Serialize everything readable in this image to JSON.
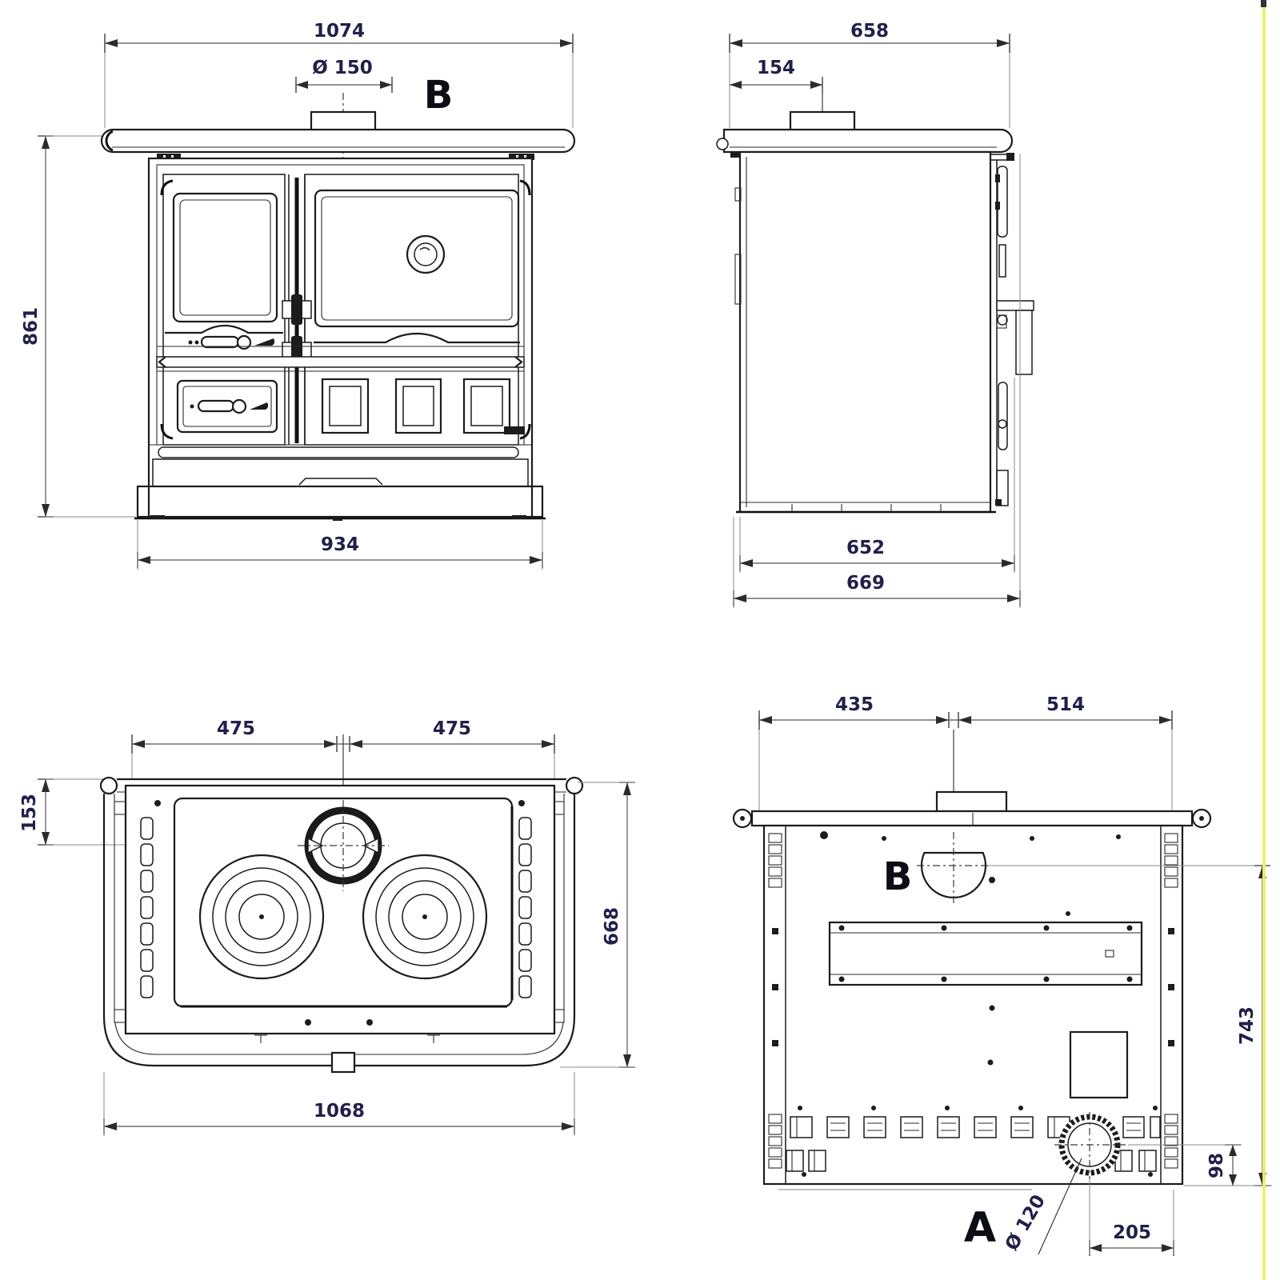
{
  "drawing": {
    "kind": "wood-cooker four-view dimension drawing",
    "colors": {
      "line": "#1c1c1c",
      "dimension_text": "#20204a",
      "label_text": "#0d0d16",
      "scan_artifact_yellow": "#edf26d",
      "background": "#ffffff"
    },
    "views": {
      "front": {
        "label": "B",
        "dims": {
          "top_width": "1074",
          "flue_diameter": "Ø 150",
          "height": "861",
          "base_width": "934"
        }
      },
      "side": {
        "dims": {
          "depth": "658",
          "flue_offset": "154",
          "base_depth": "652",
          "overall_depth": "669"
        }
      },
      "top": {
        "dims": {
          "left_half": "475",
          "right_half": "475",
          "flue_back_offset": "153",
          "depth": "668",
          "overall_width": "1068"
        }
      },
      "rear": {
        "label_flue": "B",
        "label_air": "A",
        "dims": {
          "flue_from_left": "435",
          "flue_from_right": "514",
          "flue_height": "743",
          "air_height": "98",
          "air_diameter": "Ø 120",
          "air_right_offset": "205"
        }
      }
    }
  }
}
